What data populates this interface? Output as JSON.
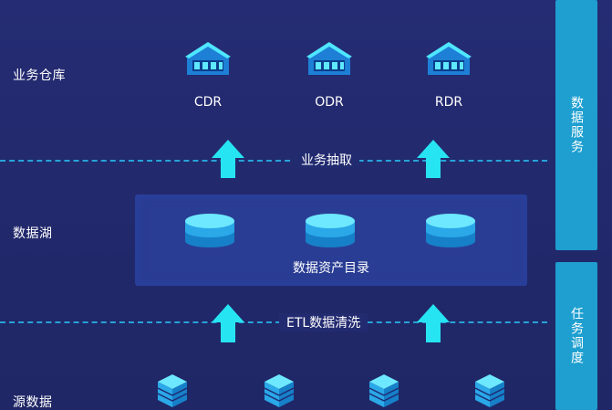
{
  "rows": {
    "warehouse": "业务仓库",
    "lake": "数据湖",
    "source": "源数据"
  },
  "warehouses": [
    {
      "label": "CDR"
    },
    {
      "label": "ODR"
    },
    {
      "label": "RDR"
    }
  ],
  "flows": {
    "extract": "业务抽取",
    "etl": "ETL数据清洗"
  },
  "lake": {
    "catalog": "数据资产目录"
  },
  "side": {
    "data_service": "数据服务",
    "task_schedule": "任务调度"
  },
  "colors": {
    "background": "#222a6e",
    "accent": "#1e9fd0",
    "arrow": "#27e4f2",
    "lake_box": "#2a3d94"
  }
}
